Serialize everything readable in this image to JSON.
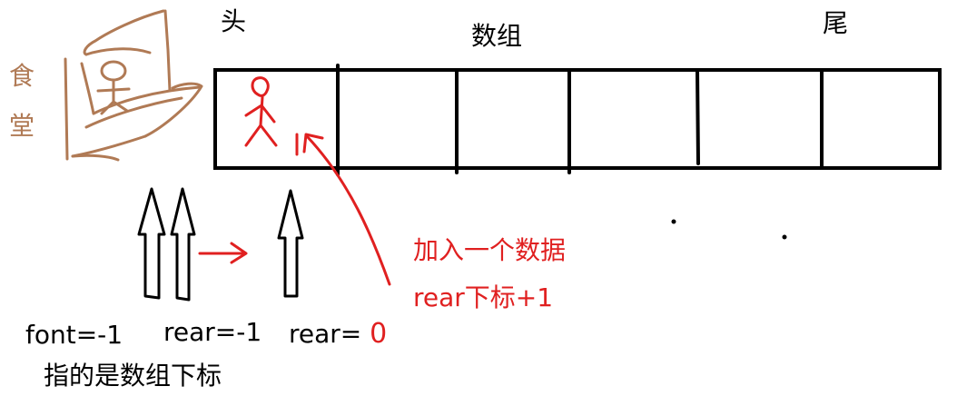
{
  "colors": {
    "ink": "#000000",
    "annotation": "#e02020",
    "sketch": "#b07a55"
  },
  "header": {
    "head_label": "头",
    "array_label": "数组",
    "tail_label": "尾"
  },
  "canteen": {
    "char1": "食",
    "char2": "堂"
  },
  "array": {
    "cell_count": 6
  },
  "annotation": {
    "line1": "加入一个数据",
    "line2": "rear下标+1"
  },
  "pointers": {
    "front_text": "font=-1",
    "rear_before_text": "rear=-1",
    "rear_after_prefix": "rear= ",
    "rear_after_value": "0"
  },
  "footer": {
    "note": "指的是数组下标"
  },
  "icons": [
    "hand-drawn-canteen-sketch",
    "stick-figure-icon",
    "up-arrow-icon",
    "right-arrow-icon",
    "curved-arrow-icon"
  ]
}
